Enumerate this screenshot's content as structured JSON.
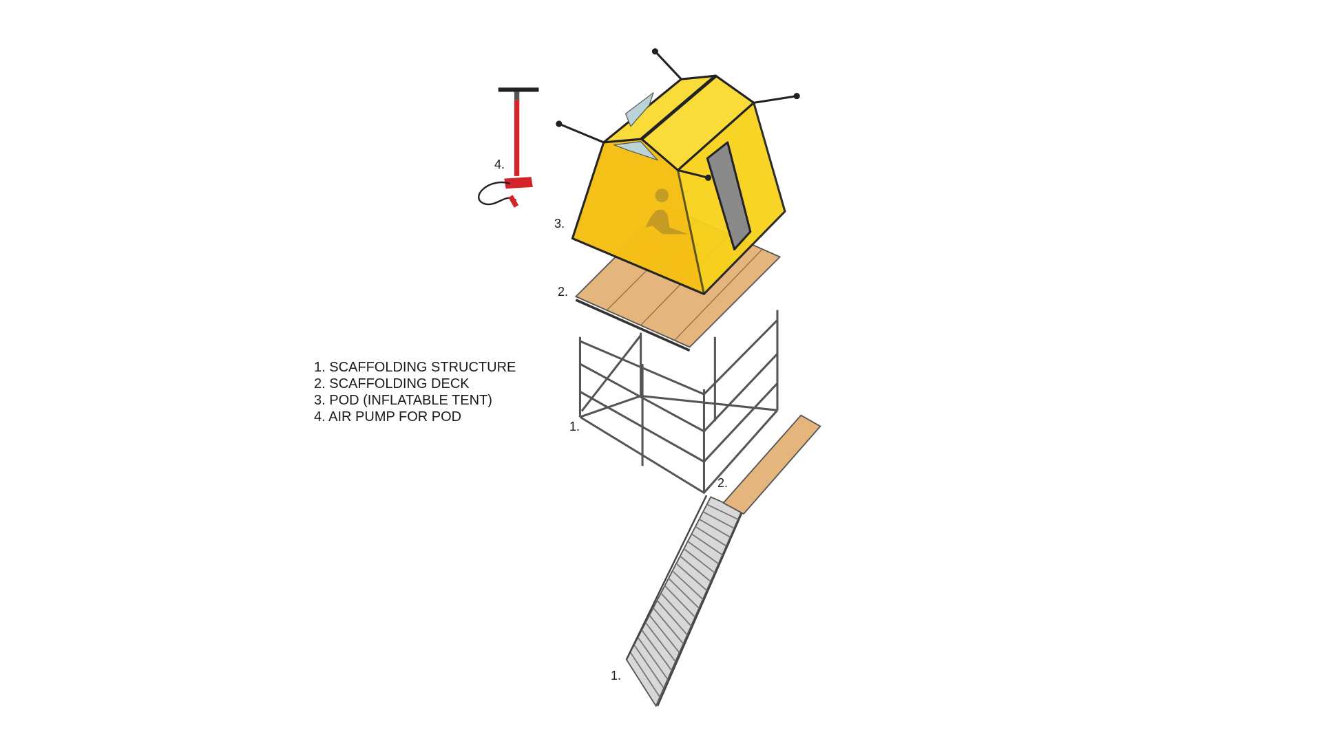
{
  "legend": [
    "1. SCAFFOLDING STRUCTURE",
    "2. SCAFFOLDING DECK",
    "3. POD (INFLATABLE TENT)",
    "4. AIR PUMP FOR POD"
  ],
  "labels": {
    "pump": "4.",
    "pod": "3.",
    "deck_top": "2.",
    "scaffold": "1.",
    "deck_side": "2.",
    "stair": "1."
  },
  "colors": {
    "tent": "#f7d21b",
    "tent_dark": "#e8a915",
    "deck": "#e4b57c",
    "pump": "#d4242a",
    "frame": "#333333"
  }
}
